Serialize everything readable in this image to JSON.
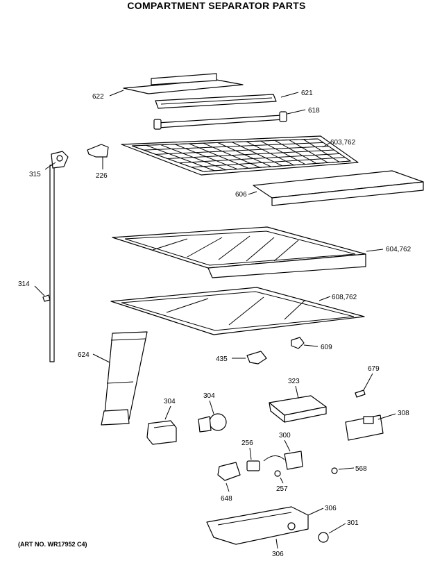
{
  "title": "COMPARTMENT SEPARATOR PARTS",
  "art_number": "(ART NO. WR17952 C4)",
  "callouts": {
    "c622": "622",
    "c621": "621",
    "c618": "618",
    "c603": "603,762",
    "c315": "315",
    "c226": "226",
    "c606": "606",
    "c604": "604,762",
    "c314": "314",
    "c608": "608,762",
    "c609": "609",
    "c624": "624",
    "c435": "435",
    "c679": "679",
    "c323": "323",
    "c304a": "304",
    "c304b": "304",
    "c308": "308",
    "c256": "256",
    "c300": "300",
    "c568": "568",
    "c648": "648",
    "c257": "257",
    "c306a": "306",
    "c301": "301",
    "c306b": "306"
  }
}
